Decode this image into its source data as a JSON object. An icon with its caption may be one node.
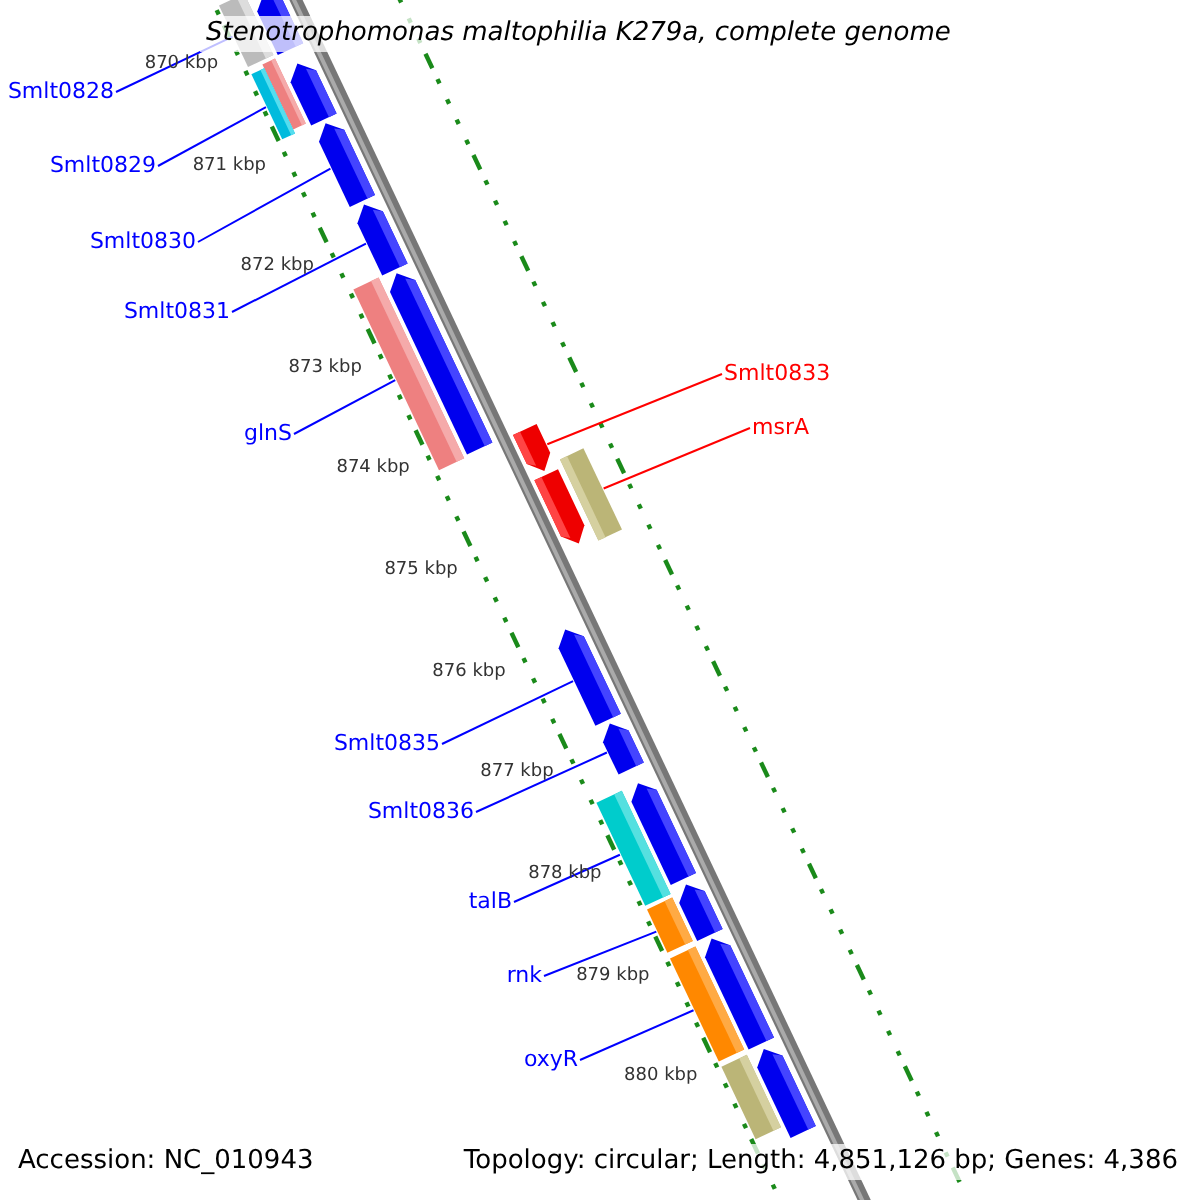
{
  "diagram": {
    "title": "Stenotrophomonas maltophilia K279a, complete genome",
    "nodes": [
      {
        "text": [
          "Smlt0828"
        ]
      },
      {
        "text": [
          "Smlt0829"
        ]
      },
      {
        "text": [
          "Smlt0830"
        ]
      },
      {
        "text": [
          "Smlt0831"
        ]
      },
      {
        "text": [
          "glnS"
        ]
      },
      {
        "text": [
          "Smlt0833"
        ]
      },
      {
        "text": [
          "msrA"
        ]
      },
      {
        "text": [
          "Smlt0835"
        ]
      },
      {
        "text": [
          "Smlt0836"
        ]
      },
      {
        "text": [
          "talB"
        ]
      },
      {
        "text": [
          "rnk"
        ]
      },
      {
        "text": [
          "oxyR"
        ]
      },
      {
        "text": [],
        "shape": "bar"
      },
      {
        "text": [],
        "shape": "pentagon"
      },
      {
        "text": [],
        "shape": "bar"
      },
      {
        "text": [],
        "shape": "bar"
      },
      {
        "text": [],
        "shape": "pentagon"
      },
      {
        "text": [],
        "shape": "pentagon"
      },
      {
        "text": [],
        "shape": "pentagon"
      },
      {
        "text": [],
        "shape": "bar"
      },
      {
        "text": [],
        "shape": "pentagon"
      },
      {
        "text": [],
        "shape": "pentagon"
      },
      {
        "text": [],
        "shape": "bar"
      },
      {
        "text": [],
        "shape": "pentagon"
      },
      {
        "text": [],
        "shape": "pentagon"
      },
      {
        "text": [],
        "shape": "pentagon"
      },
      {
        "text": [],
        "shape": "pentagon"
      },
      {
        "text": [],
        "shape": "bar"
      },
      {
        "text": [],
        "shape": "pentagon"
      },
      {
        "text": [],
        "shape": "bar"
      },
      {
        "text": [],
        "shape": "pentagon"
      },
      {
        "text": [],
        "shape": "bar"
      },
      {
        "text": [],
        "shape": "bar"
      },
      {
        "text": [],
        "shape": "pentagon"
      }
    ],
    "edges": [
      {
        "from": 0,
        "to": 12,
        "arrow": "none"
      },
      {
        "from": 1,
        "to": 15,
        "arrow": "none"
      },
      {
        "from": 2,
        "to": 17,
        "arrow": "none"
      },
      {
        "from": 3,
        "to": 18,
        "arrow": "none"
      },
      {
        "from": 4,
        "to": 19,
        "arrow": "none"
      },
      {
        "from": 5,
        "to": 21,
        "arrow": "none",
        "color": "#ff0000"
      },
      {
        "from": 6,
        "to": 22,
        "arrow": "none",
        "color": "#ff0000"
      },
      {
        "from": 7,
        "to": 24,
        "arrow": "none"
      },
      {
        "from": 8,
        "to": 25,
        "arrow": "none"
      },
      {
        "from": 9,
        "to": 27,
        "arrow": "none"
      },
      {
        "from": 10,
        "to": 29,
        "arrow": "none"
      },
      {
        "from": 11,
        "to": 31,
        "arrow": "none"
      }
    ],
    "labels": [
      "870 kbp",
      "871 kbp",
      "872 kbp",
      "873 kbp",
      "874 kbp",
      "875 kbp",
      "876 kbp",
      "877 kbp",
      "878 kbp",
      "879 kbp",
      "880 kbp",
      "Accession: NC_010943",
      "Topology: circular; Length: 4,851,126 bp; Genes: 4,386"
    ]
  }
}
